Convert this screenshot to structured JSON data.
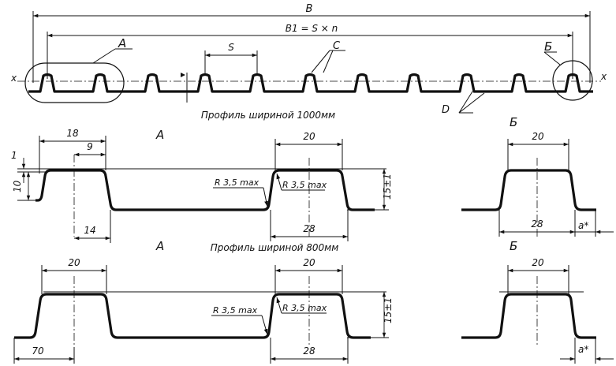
{
  "top_view": {
    "dim_total": "B",
    "dim_working": "B1 = S × n",
    "pitch": "S",
    "axis_left": "x",
    "axis_right": "x",
    "callout_a": "А",
    "callout_b": "Б",
    "callout_c": "C",
    "callout_d": "D",
    "caption": "Профиль шириной 1000мм"
  },
  "detail_a_1000": {
    "title": "А",
    "dim_top_outer": "18",
    "dim_top_inner": "9",
    "dim_thickness": "1",
    "dim_height_left": "10",
    "dim_bottom_left": "14",
    "dim_top_right": "20",
    "dim_bottom_right": "28",
    "dim_height_right": "15±1",
    "radius_1": "R 3,5 max",
    "radius_2": "R 3,5 max"
  },
  "detail_b_1000": {
    "title": "Б",
    "dim_top": "20",
    "dim_bottom": "28",
    "dim_a": "a*"
  },
  "detail_a_800": {
    "title": "А",
    "caption": "Профиль шириной 800мм",
    "dim_top_left": "20",
    "dim_bottom_left": "70",
    "dim_top_right": "20",
    "dim_bottom_right": "28",
    "dim_height_right": "15±1",
    "radius_1": "R 3,5 max",
    "radius_2": "R 3,5 max"
  },
  "detail_b_800": {
    "title": "Б",
    "dim_top": "20",
    "dim_dim_a": "a*"
  }
}
